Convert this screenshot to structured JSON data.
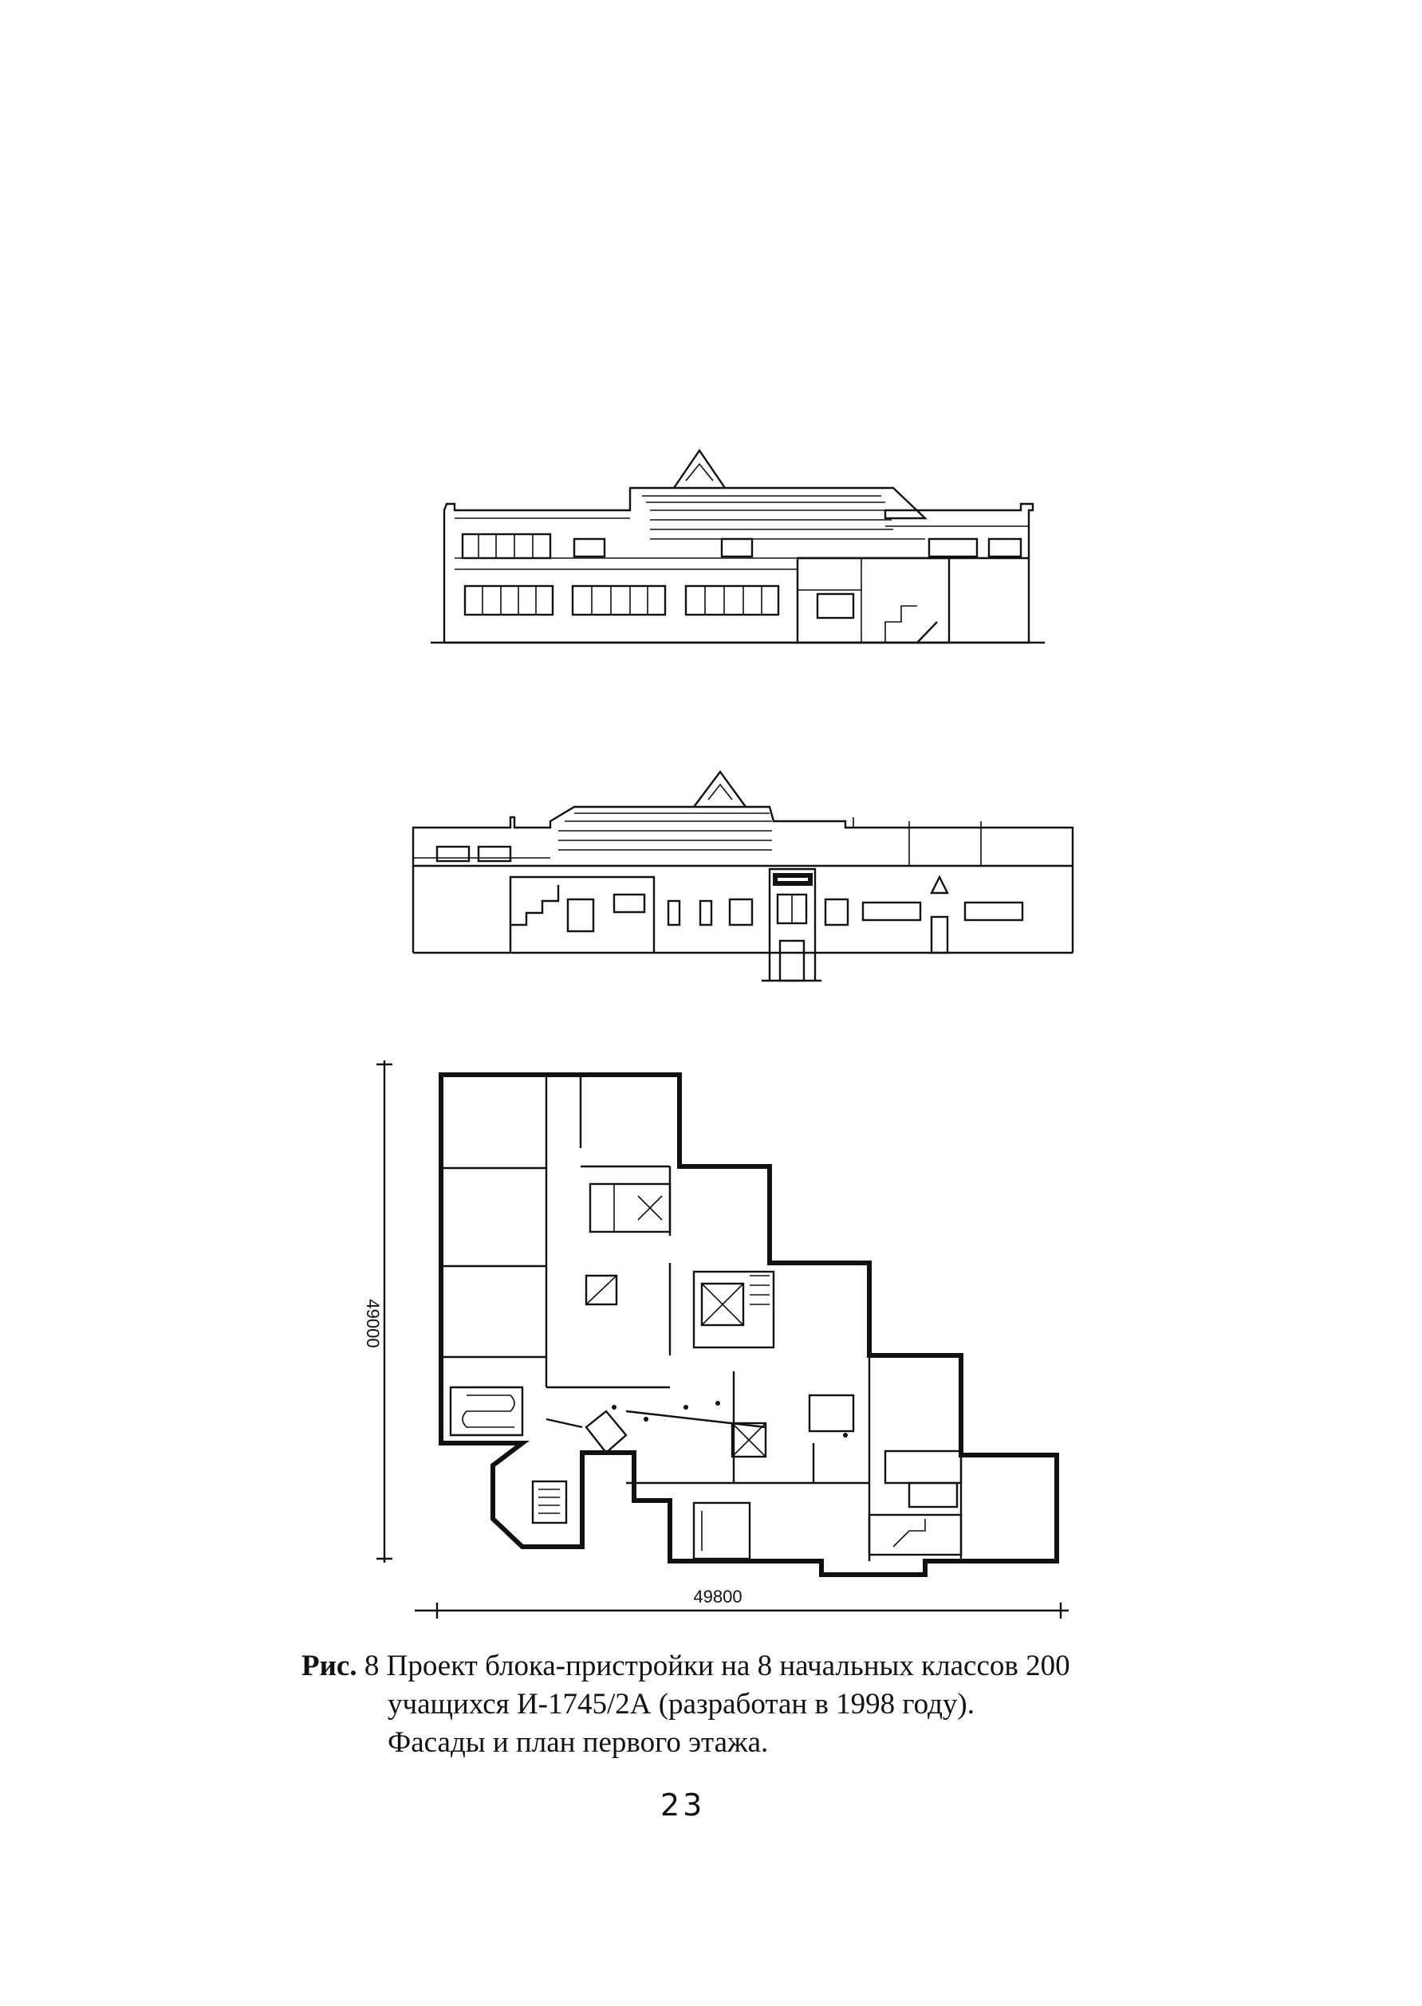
{
  "figure": {
    "front_facade": {},
    "rear_facade": {},
    "floor_plan": {
      "dimension_vertical": "49000",
      "dimension_horizontal": "49800"
    }
  },
  "caption": {
    "label": "Рис.",
    "number": "8",
    "line1": "Проект блока-пристройки на 8 начальных классов  200",
    "line2": "учащихся И-1745/2А (разработан в 1998 году).",
    "line3": "Фасады и план первого этажа."
  },
  "page_number": "23"
}
